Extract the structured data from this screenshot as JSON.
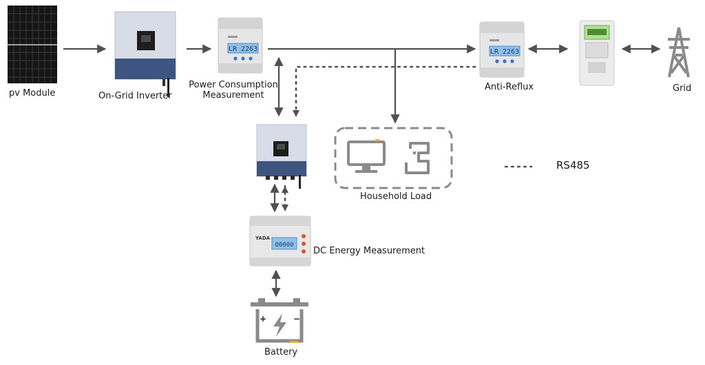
{
  "labels": {
    "pv_module": "pv Module",
    "on_grid_inverter": "On-Grid Inverter",
    "power_consumption_line1": "Power Consumption",
    "power_consumption_line2": "Measurement",
    "anti_reflux": "Anti-Reflux",
    "grid": "Grid",
    "household_load": "Household Load",
    "dc_energy_measurement": "DC Energy Measurement",
    "battery": "Battery",
    "rs485_legend": "RS485"
  },
  "meter_display": {
    "power_consumption": "2263",
    "anti_reflux": "2263",
    "dc_meter": "00000",
    "lcd_prefix": "LR",
    "dc_meter_brand": "YADA"
  },
  "battery_terminals": {
    "positive": "+",
    "negative": "−"
  },
  "colors": {
    "line": "#505050",
    "inverter_body": "#d8dce6",
    "inverter_base": "#3d5580",
    "lcd": "#8fc0ec",
    "meter_button": "#3a6fd0",
    "dc_meter_button": "#e0542a",
    "icon_accent": "#f0b020",
    "icon_gray": "#8a8a8a"
  },
  "icons": [
    "solar-panel-icon",
    "inverter-icon",
    "din-meter-icon",
    "utility-meter-icon",
    "pylon-icon",
    "monitor-icon",
    "appliance-icon",
    "battery-icon",
    "lightning-icon"
  ]
}
